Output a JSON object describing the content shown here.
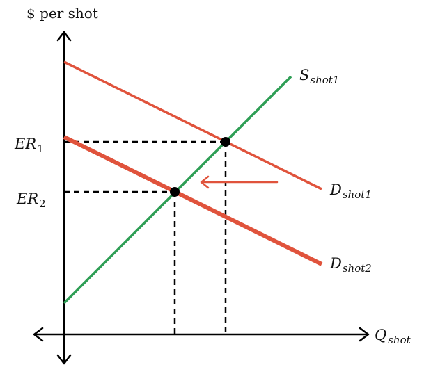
{
  "axes": {
    "y_title": "$ per shot",
    "x_title_main": "Q",
    "x_title_sub": "shot"
  },
  "price_levels": [
    {
      "main": "ER",
      "sub": "1"
    },
    {
      "main": "ER",
      "sub": "2"
    }
  ],
  "curves": {
    "supply": {
      "main": "S",
      "sub": "shot1",
      "color": "#2e9e55"
    },
    "demand1": {
      "main": "D",
      "sub": "shot1",
      "color": "#e0533c"
    },
    "demand2": {
      "main": "D",
      "sub": "shot2",
      "color": "#e0533c"
    }
  },
  "shift_arrow": {
    "direction": "left",
    "color": "#e0533c"
  },
  "guide_color": "#000000"
}
